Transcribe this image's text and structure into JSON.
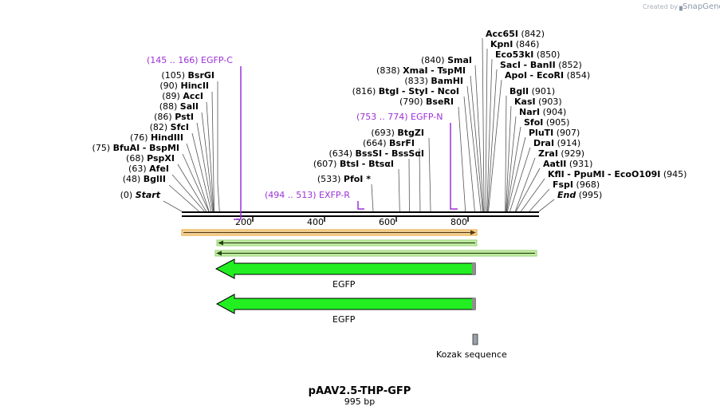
{
  "branding": {
    "created_by": "Created by",
    "brand": "SnapGene"
  },
  "plasmid": {
    "name": "pAAV2.5-THP-GFP",
    "length_label": "995 bp",
    "length": 995
  },
  "axis": {
    "ticks": [
      200,
      400,
      600,
      800
    ]
  },
  "colors": {
    "feature_green": "#22ee22",
    "primer": "#9b30d9",
    "primer_bar": "#e8a030",
    "kozak": "#9aa0a8"
  },
  "enzymes_left": [
    {
      "pos": "(105)",
      "name": "BsrGI",
      "bp": 105
    },
    {
      "pos": "(90)",
      "name": "HincII",
      "bp": 90
    },
    {
      "pos": "(89)",
      "name": "AccI",
      "bp": 89
    },
    {
      "pos": "(88)",
      "name": "SalI",
      "bp": 88
    },
    {
      "pos": "(86)",
      "name": "PstI",
      "bp": 86
    },
    {
      "pos": "(82)",
      "name": "SfcI",
      "bp": 82
    },
    {
      "pos": "(76)",
      "name": "HindIII",
      "bp": 76
    },
    {
      "pos": "(75)",
      "name": "BfuAI",
      "name2": "- BspMI",
      "bp": 75
    },
    {
      "pos": "(68)",
      "name": "PspXI",
      "bp": 68
    },
    {
      "pos": "(63)",
      "name": "AfeI",
      "bp": 63
    },
    {
      "pos": "(48)",
      "name": "BglII",
      "bp": 48
    },
    {
      "pos": "(0)",
      "name": "Start",
      "bp": 0,
      "italic": true
    }
  ],
  "enzymes_middle": [
    {
      "pos": "(693)",
      "name": "BtgZI",
      "bp": 693
    },
    {
      "pos": "(664)",
      "name": "BsrFI",
      "bp": 664
    },
    {
      "pos": "(634)",
      "name": "BssSI",
      "name2": "- BssSαI",
      "bp": 634
    },
    {
      "pos": "(607)",
      "name": "BtsI",
      "name2": "- BtsαI",
      "bp": 607
    },
    {
      "pos": "(533)",
      "name": "PfoI *",
      "bp": 533
    }
  ],
  "enzymes_top": [
    {
      "pos": "(840)",
      "name": "SmaI",
      "bp": 840
    },
    {
      "pos": "(838)",
      "name": "XmaI",
      "name2": "- TspMI",
      "bp": 838
    },
    {
      "pos": "(833)",
      "name": "BamHI",
      "bp": 833
    },
    {
      "pos": "(816)",
      "name": "BtgI",
      "name2": "- StyI",
      "name3": "- NcoI",
      "bp": 816
    },
    {
      "pos": "(790)",
      "name": "BseRI",
      "bp": 790
    }
  ],
  "enzymes_right": [
    {
      "name": "Acc65I",
      "pos": "(842)",
      "bp": 842
    },
    {
      "name": "KpnI",
      "pos": "(846)",
      "bp": 846
    },
    {
      "name": "Eco53kI",
      "pos": "(850)",
      "bp": 850
    },
    {
      "name": "SacI",
      "name2": "- BanII",
      "pos": "(852)",
      "bp": 852
    },
    {
      "name": "ApoI",
      "name2": "- EcoRI",
      "pos": "(854)",
      "bp": 854
    },
    {
      "name": "BglI",
      "pos": "(901)",
      "bp": 901
    },
    {
      "name": "KasI",
      "pos": "(903)",
      "bp": 903
    },
    {
      "name": "NarI",
      "pos": "(904)",
      "bp": 904
    },
    {
      "name": "SfoI",
      "pos": "(905)",
      "bp": 905
    },
    {
      "name": "PluTI",
      "pos": "(907)",
      "bp": 907
    },
    {
      "name": "DraI",
      "pos": "(914)",
      "bp": 914
    },
    {
      "name": "ZraI",
      "pos": "(929)",
      "bp": 929
    },
    {
      "name": "AatII",
      "pos": "(931)",
      "bp": 931
    },
    {
      "name": "KflI",
      "name2": "- PpuMI",
      "name3": "- EcoO109I",
      "pos": "(945)",
      "bp": 945
    },
    {
      "name": "FspI",
      "pos": "(968)",
      "bp": 968
    },
    {
      "name": "End",
      "pos": "(995)",
      "bp": 995,
      "italic": true
    }
  ],
  "primers": [
    {
      "label": "(145 .. 166)  EGFP-C",
      "start": 145,
      "end": 166
    },
    {
      "label": "(753 .. 774)  EGFP-N",
      "start": 753,
      "end": 774
    },
    {
      "label": "(494 .. 513)  EXFP-R",
      "start": 494,
      "end": 513
    }
  ],
  "features": [
    {
      "label": "EGFP",
      "start": 99,
      "end": 834,
      "direction": "reverse"
    },
    {
      "label": "EGFP",
      "start": 99,
      "end": 834,
      "direction": "reverse"
    },
    {
      "label": "Kozak sequence",
      "start": 834,
      "end": 843
    }
  ]
}
